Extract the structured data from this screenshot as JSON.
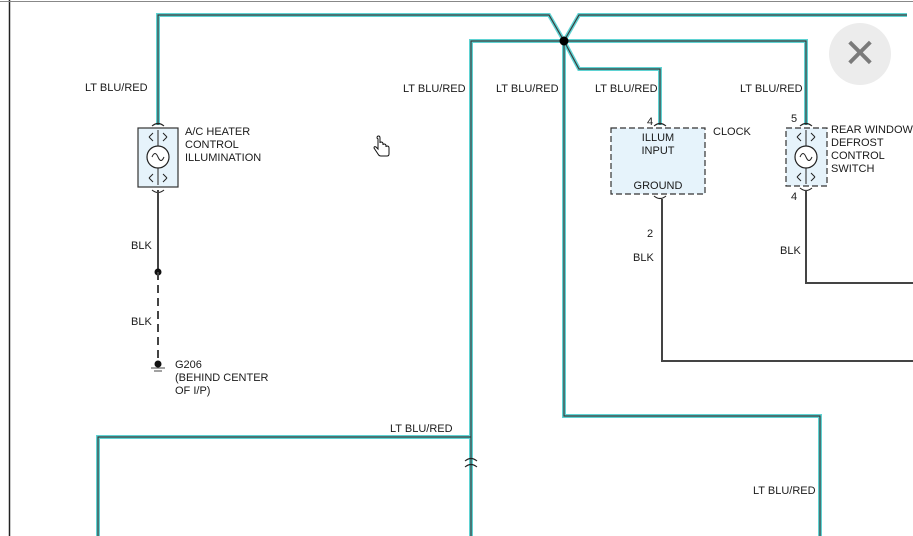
{
  "wire_labels": {
    "w1": "LT BLU/RED",
    "w2": "LT BLU/RED",
    "w3": "LT BLU/RED",
    "w4": "LT BLU/RED",
    "w5": "LT BLU/RED",
    "w6": "LT BLU/RED",
    "w7": "LT BLU/RED"
  },
  "ground_labels": {
    "g1": "BLK",
    "g2": "BLK",
    "g3": "BLK",
    "g4": "BLK"
  },
  "components": {
    "ac_heater": "A/C HEATER\nCONTROL\nILLUMINATION",
    "clock": "CLOCK",
    "illum_input": "ILLUM\nINPUT",
    "clock_ground": "GROUND",
    "rear_defrost": "REAR WINDOW\nDEFROST\nCONTROL\nSWITCH"
  },
  "pins": {
    "clock_in": "4",
    "clock_gnd": "2",
    "defrost_in": "5",
    "defrost_out": "4"
  },
  "ground_point": {
    "id": "G206",
    "location": "(BEHIND CENTER\nOF I/P)"
  },
  "colors": {
    "wire_highlight": "#5fd3d3",
    "wire_dark": "#3a3a3a",
    "component_fill": "#e6f3fb"
  },
  "icons": {
    "close": "close-icon",
    "cursor": "hand-pointer-icon"
  }
}
